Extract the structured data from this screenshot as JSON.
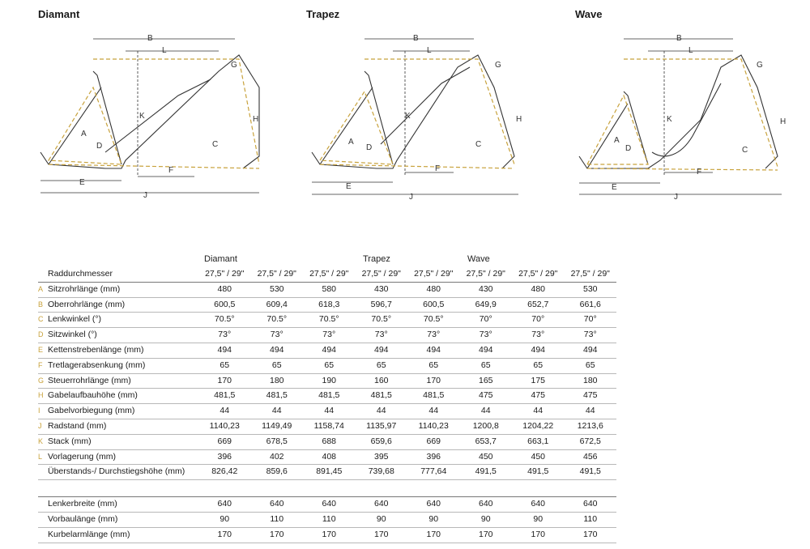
{
  "frames": [
    {
      "key": "diamant",
      "title": "Diamant"
    },
    {
      "key": "trapez",
      "title": "Trapez"
    },
    {
      "key": "wave",
      "title": "Wave"
    }
  ],
  "dim_letters": [
    "A",
    "B",
    "C",
    "D",
    "E",
    "F",
    "G",
    "H",
    "J",
    "K",
    "L"
  ],
  "table": {
    "group_headers": [
      "Diamant",
      "Trapez",
      "Wave"
    ],
    "row_label_header": "Raddurchmesser",
    "sizes": [
      "27,5\" / 29\"",
      "27,5\" / 29\"",
      "27,5\" / 29\"",
      "27,5\" / 29\"",
      "27,5\" / 29\"",
      "27,5\" / 29\"",
      "27,5\" / 29\"",
      "27,5\" / 29\""
    ],
    "rows": [
      {
        "letter": "A",
        "label": "Sitzrohrlänge (mm)",
        "values": [
          "480",
          "530",
          "580",
          "430",
          "480",
          "430",
          "480",
          "530"
        ]
      },
      {
        "letter": "B",
        "label": "Oberrohrlänge (mm)",
        "values": [
          "600,5",
          "609,4",
          "618,3",
          "596,7",
          "600,5",
          "649,9",
          "652,7",
          "661,6"
        ]
      },
      {
        "letter": "C",
        "label": "Lenkwinkel (°)",
        "values": [
          "70.5°",
          "70.5°",
          "70.5°",
          "70.5°",
          "70.5°",
          "70°",
          "70°",
          "70°"
        ]
      },
      {
        "letter": "D",
        "label": "Sitzwinkel (°)",
        "values": [
          "73°",
          "73°",
          "73°",
          "73°",
          "73°",
          "73°",
          "73°",
          "73°"
        ]
      },
      {
        "letter": "E",
        "label": "Kettenstrebenlänge (mm)",
        "values": [
          "494",
          "494",
          "494",
          "494",
          "494",
          "494",
          "494",
          "494"
        ]
      },
      {
        "letter": "F",
        "label": "Tretlagerabsenkung (mm)",
        "values": [
          "65",
          "65",
          "65",
          "65",
          "65",
          "65",
          "65",
          "65"
        ]
      },
      {
        "letter": "G",
        "label": "Steuerrohrlänge (mm)",
        "values": [
          "170",
          "180",
          "190",
          "160",
          "170",
          "165",
          "175",
          "180"
        ]
      },
      {
        "letter": "H",
        "label": "Gabelaufbauhöhe (mm)",
        "values": [
          "481,5",
          "481,5",
          "481,5",
          "481,5",
          "481,5",
          "475",
          "475",
          "475"
        ]
      },
      {
        "letter": "I",
        "label": "Gabelvorbiegung (mm)",
        "values": [
          "44",
          "44",
          "44",
          "44",
          "44",
          "44",
          "44",
          "44"
        ]
      },
      {
        "letter": "J",
        "label": "Radstand (mm)",
        "values": [
          "1140,23",
          "1149,49",
          "1158,74",
          "1135,97",
          "1140,23",
          "1200,8",
          "1204,22",
          "1213,6"
        ]
      },
      {
        "letter": "K",
        "label": "Stack (mm)",
        "values": [
          "669",
          "678,5",
          "688",
          "659,6",
          "669",
          "653,7",
          "663,1",
          "672,5"
        ]
      },
      {
        "letter": "L",
        "label": "Vorlagerung (mm)",
        "values": [
          "396",
          "402",
          "408",
          "395",
          "396",
          "450",
          "450",
          "456"
        ]
      },
      {
        "letter": "",
        "label": "Überstands-/ Durchstiegshöhe (mm)",
        "values": [
          "826,42",
          "859,6",
          "891,45",
          "739,68",
          "777,64",
          "491,5",
          "491,5",
          "491,5"
        ]
      }
    ],
    "extra_rows": [
      {
        "letter": "",
        "label": "Lenkerbreite (mm)",
        "values": [
          "640",
          "640",
          "640",
          "640",
          "640",
          "640",
          "640",
          "640"
        ]
      },
      {
        "letter": "",
        "label": "Vorbaulänge (mm)",
        "values": [
          "90",
          "110",
          "110",
          "90",
          "90",
          "90",
          "90",
          "110"
        ]
      },
      {
        "letter": "",
        "label": "Kurbelarmlänge (mm)",
        "values": [
          "170",
          "170",
          "170",
          "170",
          "170",
          "170",
          "170",
          "170"
        ]
      }
    ]
  },
  "colors": {
    "frame_line": "#c8a23c",
    "dim_line": "#333333"
  }
}
